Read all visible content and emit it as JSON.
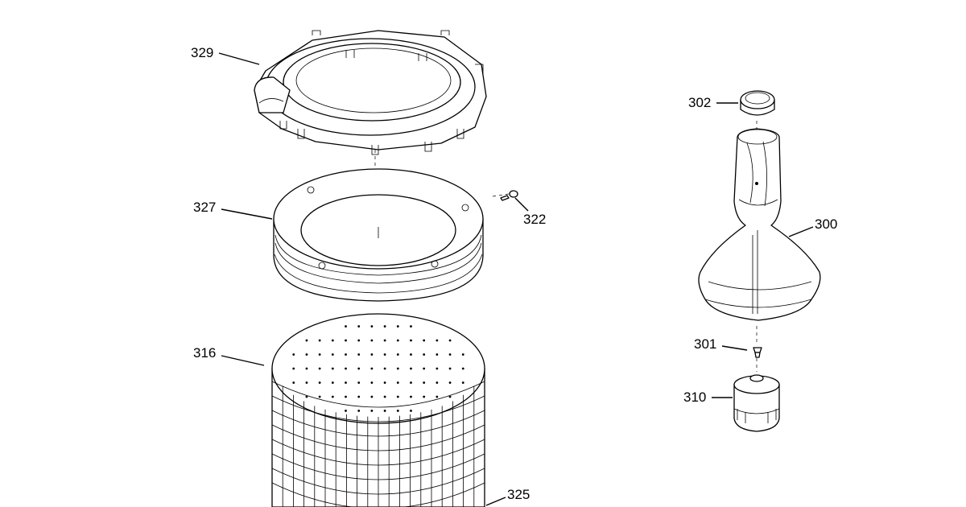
{
  "callouts": {
    "c329": "329",
    "c327": "327",
    "c322": "322",
    "c316": "316",
    "c325": "325",
    "c302": "302",
    "c300": "300",
    "c301": "301",
    "c310": "310"
  }
}
